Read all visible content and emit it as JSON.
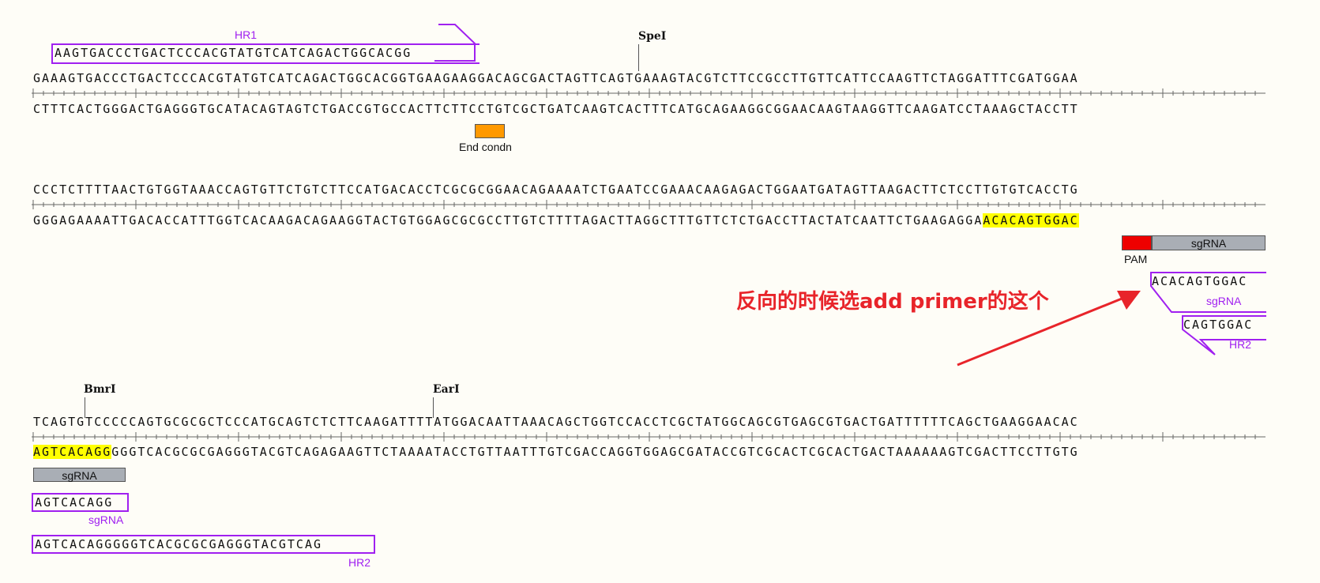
{
  "colors": {
    "primer": "#a020f0",
    "highlight": "#ffff00",
    "end_condn": "#ff9900",
    "pam": "#ee0000",
    "sgrna_bar": "#a9aeb5",
    "annotation": "#e8242a"
  },
  "row1": {
    "top_seq": "GAAAGTGACCCTGACTCCCACGTATGTCATCAGACTGGCACGGTGAAGAAGGACAGCGACTAGTTCAGTGAAAGTACGTCTTCCGCCTTGTTCATTCCAAGTTCTAGGATTTCGATGGAA",
    "bottom_seq": "CTTTCACTGGGACTGAGGGTGCATACAGTAGTCTGACCGTGCCACTTCTTCCTGTCGCTGATCAAGTCACTTTCATGCAGAAGGCGGAACAAGTAAGGTTCAAGATCCTAAAGCTACCTT",
    "primer_hr1": {
      "seq": "AAGTGACCCTGACTCCCACGTATGTCATCAGACTGGCACGG",
      "label": "HR1"
    },
    "site": "SpeI",
    "feature": {
      "label": "End condn"
    }
  },
  "row2": {
    "top_seq": "CCCTCTTTTAACTGTGGTAAACCAGTGTTCTGTCTTCCATGACACCTCGCGCGGAACAGAAAATCTGAATCCGAAACAAGAGACTGGAATGATAGTTAAGACTTCTCCTTGTGTCACCTG",
    "bottom_seq_plain": "GGGAGAAAATTGACACCATTTGGTCACAAGACAGAAGGTACTGTGGAGCGCGCCTTGTCTTTTAGACTTAGGCTTTGTTCTCTGACCTTACTATCAATTCTGAAGAGGA",
    "bottom_seq_highlight": "ACACAGTGGAC",
    "pam_label": "PAM",
    "sgrna_label": "sgRNA",
    "primer_sgrna": {
      "seq": "ACACAGTGGAC",
      "label": "sgRNA"
    },
    "primer_hr2": {
      "seq": "CAGTGGAC",
      "label": "HR2"
    },
    "annotation": "反向的时候选add primer的这个"
  },
  "row3": {
    "top_seq": "TCAGTGTCCCCCAGTGCGCGCTCCCATGCAGTCTCTTCAAGATTTTATGGACAATTAAACAGCTGGTCCACCTCGCTATGGCAGCGTGAGCGTGACTGATTTTTTCAGCTGAAGGAACAC",
    "bottom_seq_highlight": "AGTCACAGG",
    "bottom_seq_plain": "GGGTCACGCGCGAGGGTACGTCAGAGAAGTTCTAAAATACCTGTTAATTTGTCGACCAGGTGGAGCGATACCGTCGCACTCGCACTGACTAAAAAAGTCGACTTCCTTGTG",
    "site1": "BmrI",
    "site2": "EarI",
    "sgrna_label": "sgRNA",
    "primer_sgrna": {
      "seq": "AGTCACAGG",
      "label": "sgRNA"
    },
    "primer_hr2": {
      "seq": "AGTCACAGGGGGTCACGCGCGAGGGTACGTCAG",
      "label": "HR2"
    }
  }
}
